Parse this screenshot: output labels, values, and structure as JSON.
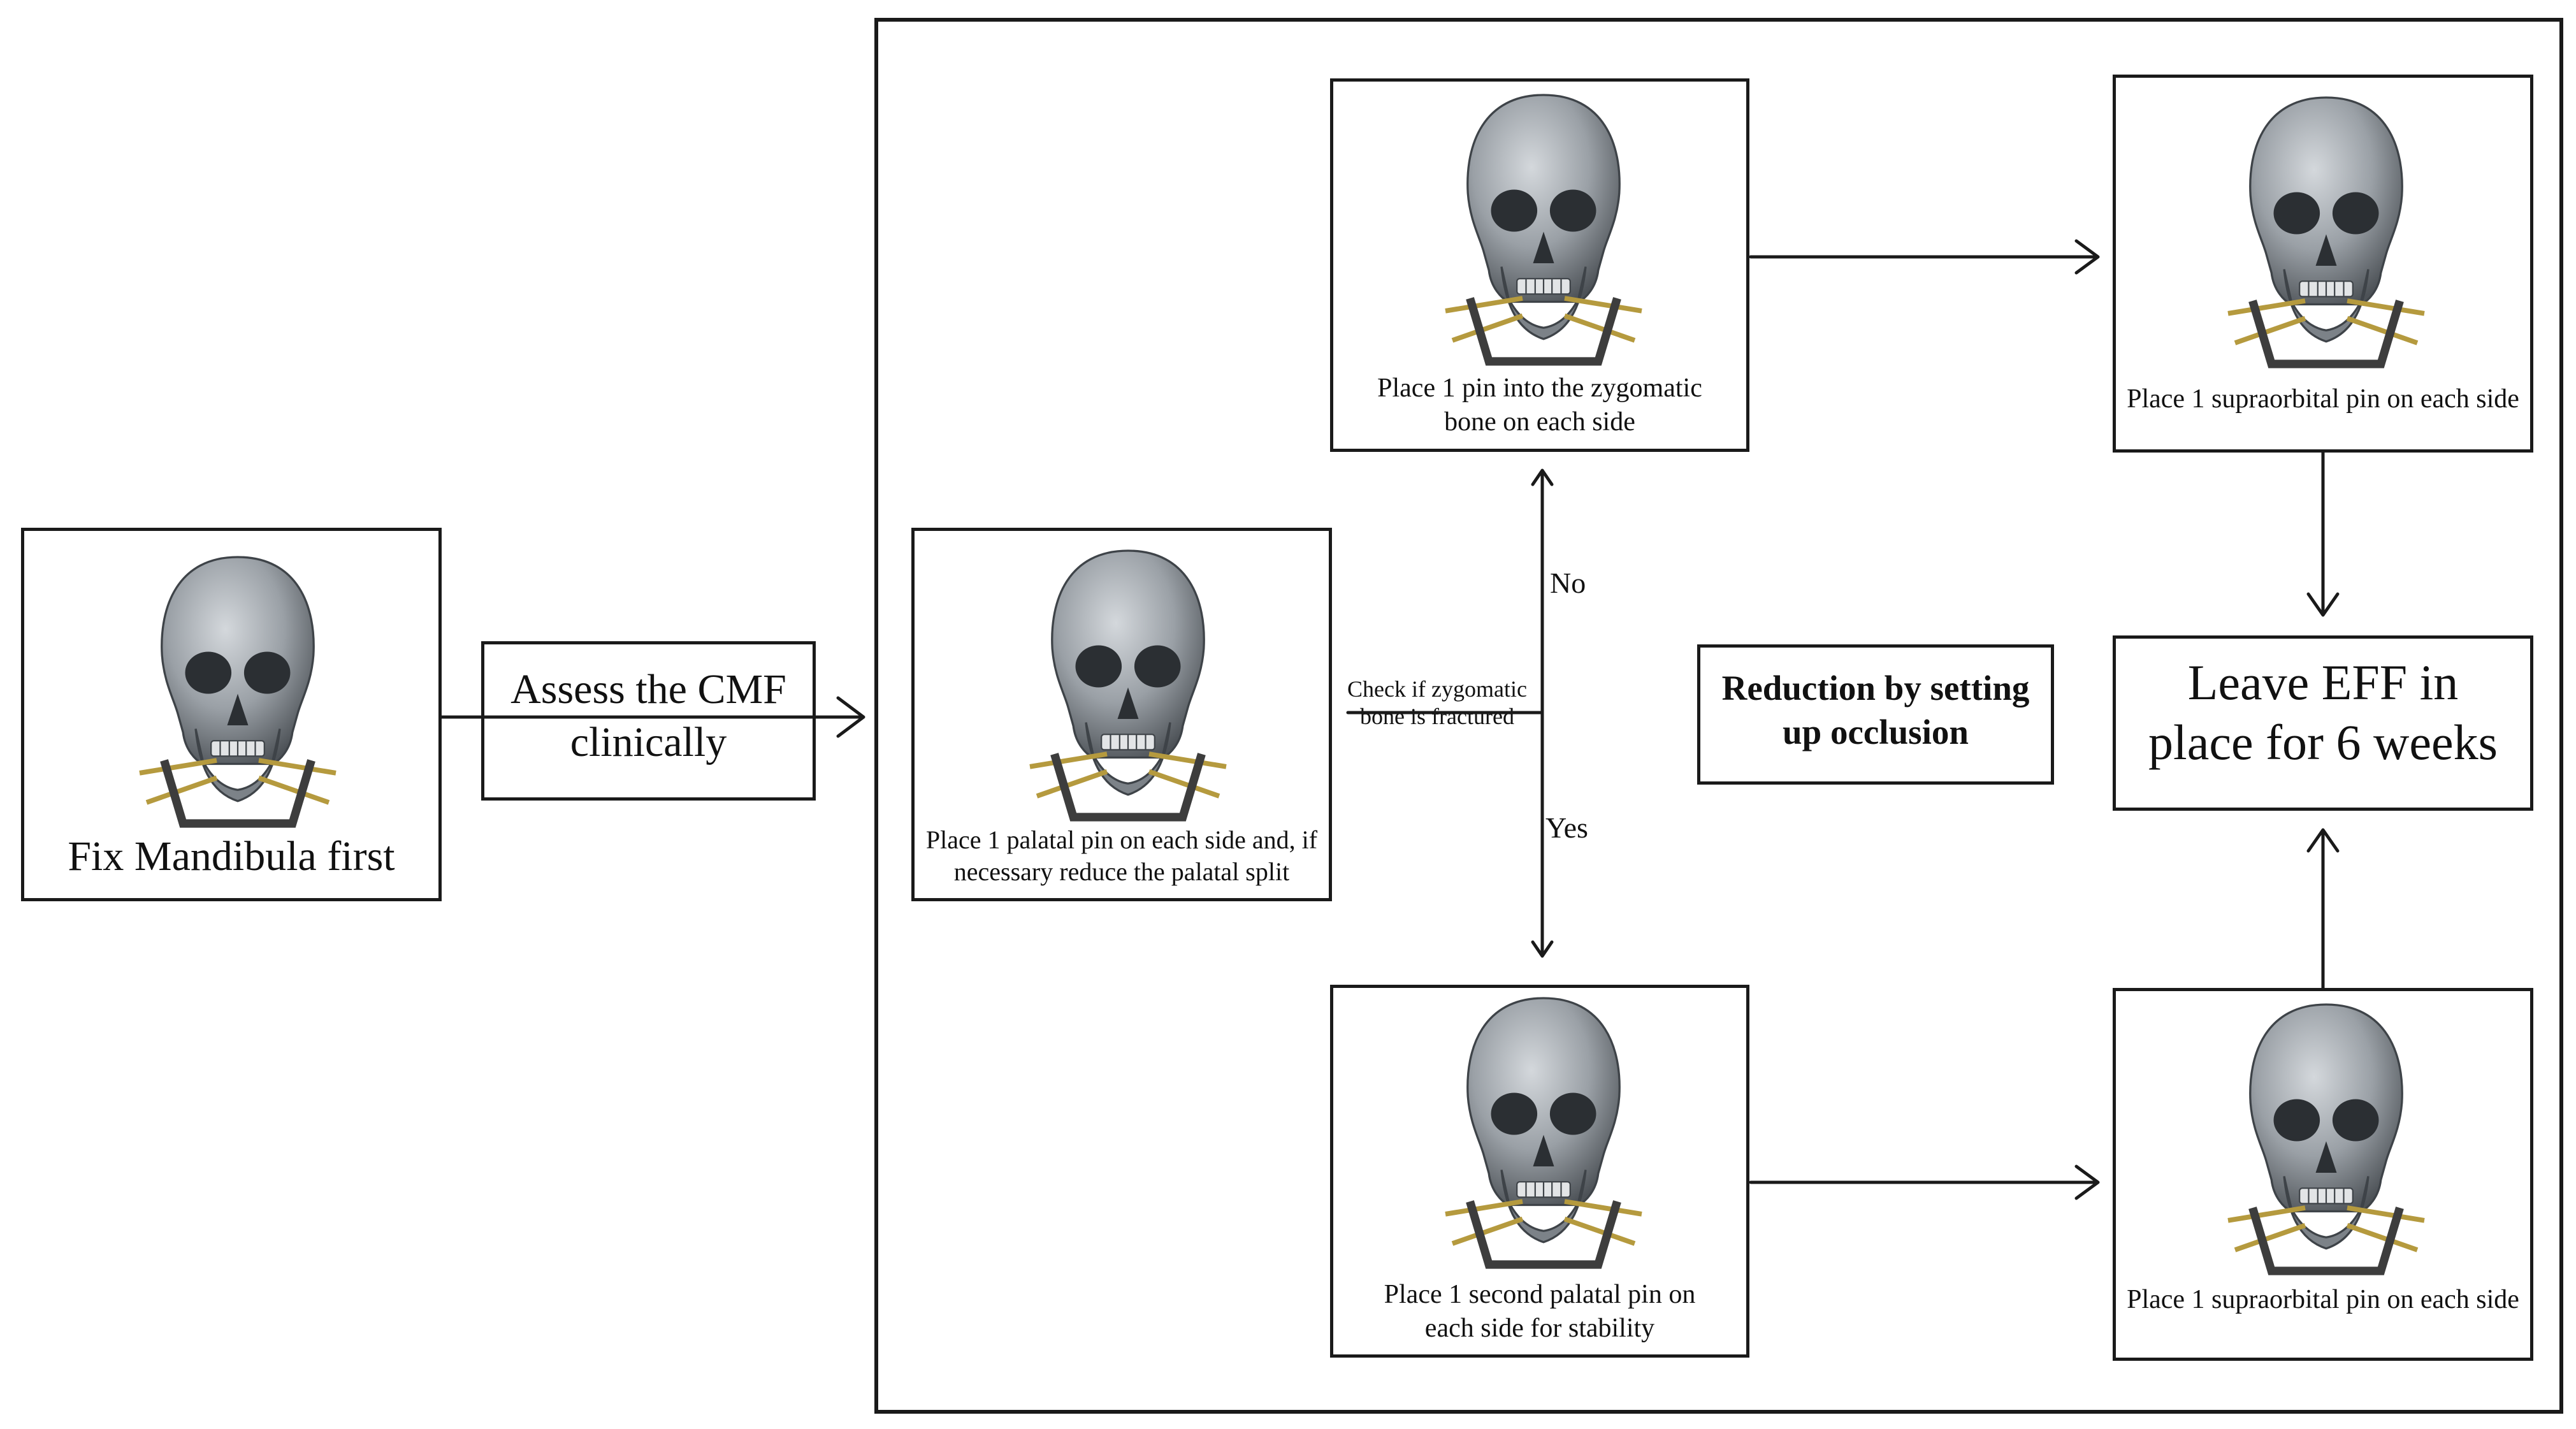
{
  "steps": {
    "fix_mandible": "Fix Mandibula first",
    "assess": "Assess the CMF clinically",
    "palatal": "Place 1 palatal pin  on each side and, if necessary  reduce the palatal split",
    "check": "Check if zygomatic bone is fractured",
    "zygomatic": "Place 1 pin into the zygomatic bone on each side",
    "supraorbital_top": "Place 1 supraorbital pin on each side",
    "second_palatal": "Place 1 second palatal pin on each side for stability",
    "supraorbital_bottom": "Place 1 supraorbital pin on each side",
    "reduction": "Reduction by setting up occlusion",
    "leave": "Leave EFF in place for 6 weeks"
  },
  "branches": {
    "no": "No",
    "yes": "Yes"
  },
  "colors": {
    "skull": "#8f9499",
    "frame": "#3d3d3d",
    "pins": "#b59a3e",
    "border": "#1a1a1a"
  }
}
